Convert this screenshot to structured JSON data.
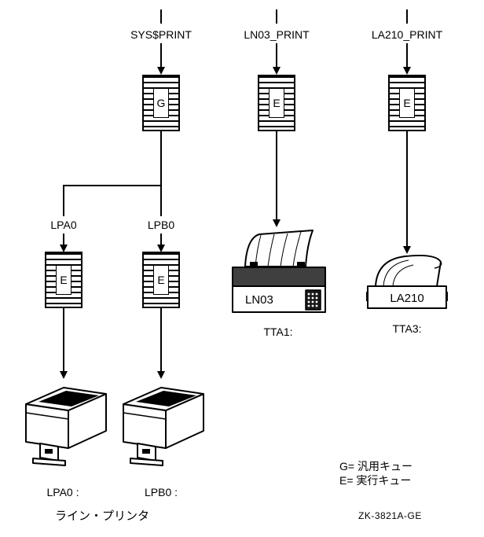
{
  "diagram": {
    "queues": {
      "generic": {
        "name": "SYS$PRINT",
        "type_letter": "G"
      },
      "ln03": {
        "name": "LN03_PRINT",
        "type_letter": "E"
      },
      "la210": {
        "name": "LA210_PRINT",
        "type_letter": "E"
      },
      "lpa0": {
        "name": "LPA0",
        "type_letter": "E"
      },
      "lpb0": {
        "name": "LPB0",
        "type_letter": "E"
      }
    },
    "devices": {
      "lpa0_label": "LPA0 :",
      "lpb0_label": "LPB0 :",
      "line_printer_caption": "ライン・プリンタ",
      "ln03_label": "LN03",
      "ln03_port": "TTA1:",
      "la210_label": "LA210",
      "la210_port": "TTA3:"
    },
    "legend": {
      "generic_line": "G= 汎用キュー",
      "execution_line": "E= 実行キュー"
    },
    "figure_id": "ZK-3821A-GE"
  },
  "colors": {
    "ink": "#000000",
    "background": "#ffffff",
    "printer_dark_band": "#3f3f3f"
  }
}
